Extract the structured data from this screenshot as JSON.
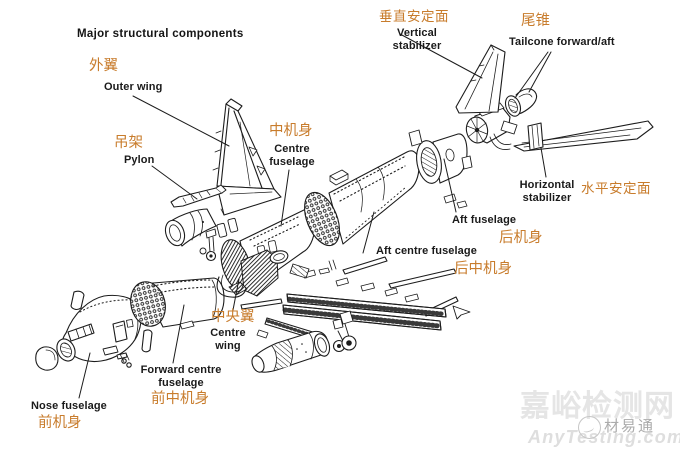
{
  "title": "Major structural components",
  "labels": {
    "outer_wing": {
      "zh": "外翼",
      "en": "Outer wing"
    },
    "pylon": {
      "zh": "吊架",
      "en": "Pylon"
    },
    "centre_fuselage": {
      "zh": "中机身",
      "en": "Centre fuselage"
    },
    "vertical_stabilizer": {
      "zh": "垂直安定面",
      "en": "Vertical stabilizer"
    },
    "tailcone": {
      "zh": "尾锥",
      "en": "Tailcone forward/aft"
    },
    "horizontal_stabilizer": {
      "zh": "水平安定面",
      "en": "Horizontal stabilizer"
    },
    "aft_fuselage": {
      "zh": "后机身",
      "en": "Aft fuselage"
    },
    "aft_centre_fuselage": {
      "zh": "后中机身",
      "en": "Aft centre fuselage"
    },
    "centre_wing": {
      "zh": "中央翼",
      "en": "Centre wing"
    },
    "forward_centre_fuselage": {
      "zh": "前中机身",
      "en": "Forward centre fuselage"
    },
    "nose_fuselage": {
      "zh": "前机身",
      "en": "Nose fuselage"
    }
  },
  "watermark": {
    "site": "嘉峪检测网",
    "url": "AnyTesting.com",
    "brand": "材易通"
  },
  "colors": {
    "chinese_label": "#c87c2c",
    "line_art": "#1c1c1c",
    "watermark_light": "#e5e5e5",
    "watermark_brand": "#ababab",
    "background": "#ffffff"
  }
}
